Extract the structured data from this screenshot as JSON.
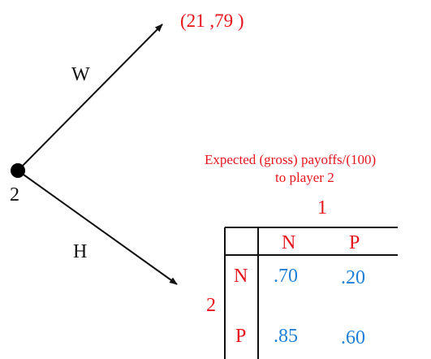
{
  "tree": {
    "node_label": "2",
    "branches": [
      {
        "label": "W",
        "payoff": "(21 ,79 )"
      },
      {
        "label": "H"
      }
    ]
  },
  "payoff_table": {
    "caption_line1": "Expected (gross) payoffs/(100)",
    "caption_line2": "to player 2",
    "col_player": "1",
    "row_player": "2",
    "col_headers": [
      "N",
      "P"
    ],
    "row_headers": [
      "N",
      "P"
    ],
    "cells": [
      [
        ".70",
        ".20"
      ],
      [
        ".85",
        ".60"
      ]
    ]
  },
  "colors": {
    "label_red": "#e8141c",
    "value_blue": "#1f7fd6",
    "line_black": "#111111"
  }
}
